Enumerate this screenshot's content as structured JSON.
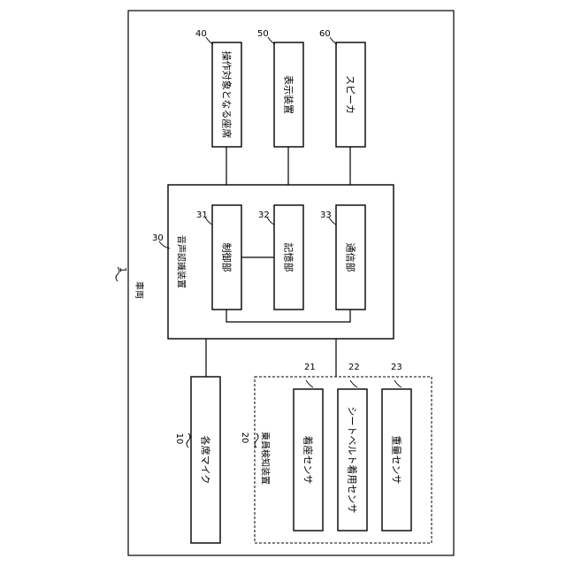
{
  "vehicle": {
    "ref": "1",
    "label": "車両"
  },
  "voice_recognition_device": {
    "ref": "30",
    "label": "音声認識装置",
    "control_unit": {
      "ref": "31",
      "label": "制御部"
    },
    "storage_unit": {
      "ref": "32",
      "label": "記憶部"
    },
    "communication_unit": {
      "ref": "33",
      "label": "通信部"
    }
  },
  "operation_target_seat": {
    "ref": "40",
    "label": "操作対象となる座席"
  },
  "display_device": {
    "ref": "50",
    "label": "表示装置"
  },
  "speaker": {
    "ref": "60",
    "label": "スピーカ"
  },
  "seat_microphone": {
    "ref": "10",
    "label": "各席マイク"
  },
  "occupant_detection_device": {
    "ref": "20",
    "label": "乗員検知装置",
    "seating_sensor": {
      "ref": "21",
      "label": "着座センサ"
    },
    "seatbelt_sensor": {
      "ref": "22",
      "label": "シートベルト着用センサ"
    },
    "weight_sensor": {
      "ref": "23",
      "label": "重量センサ"
    }
  }
}
